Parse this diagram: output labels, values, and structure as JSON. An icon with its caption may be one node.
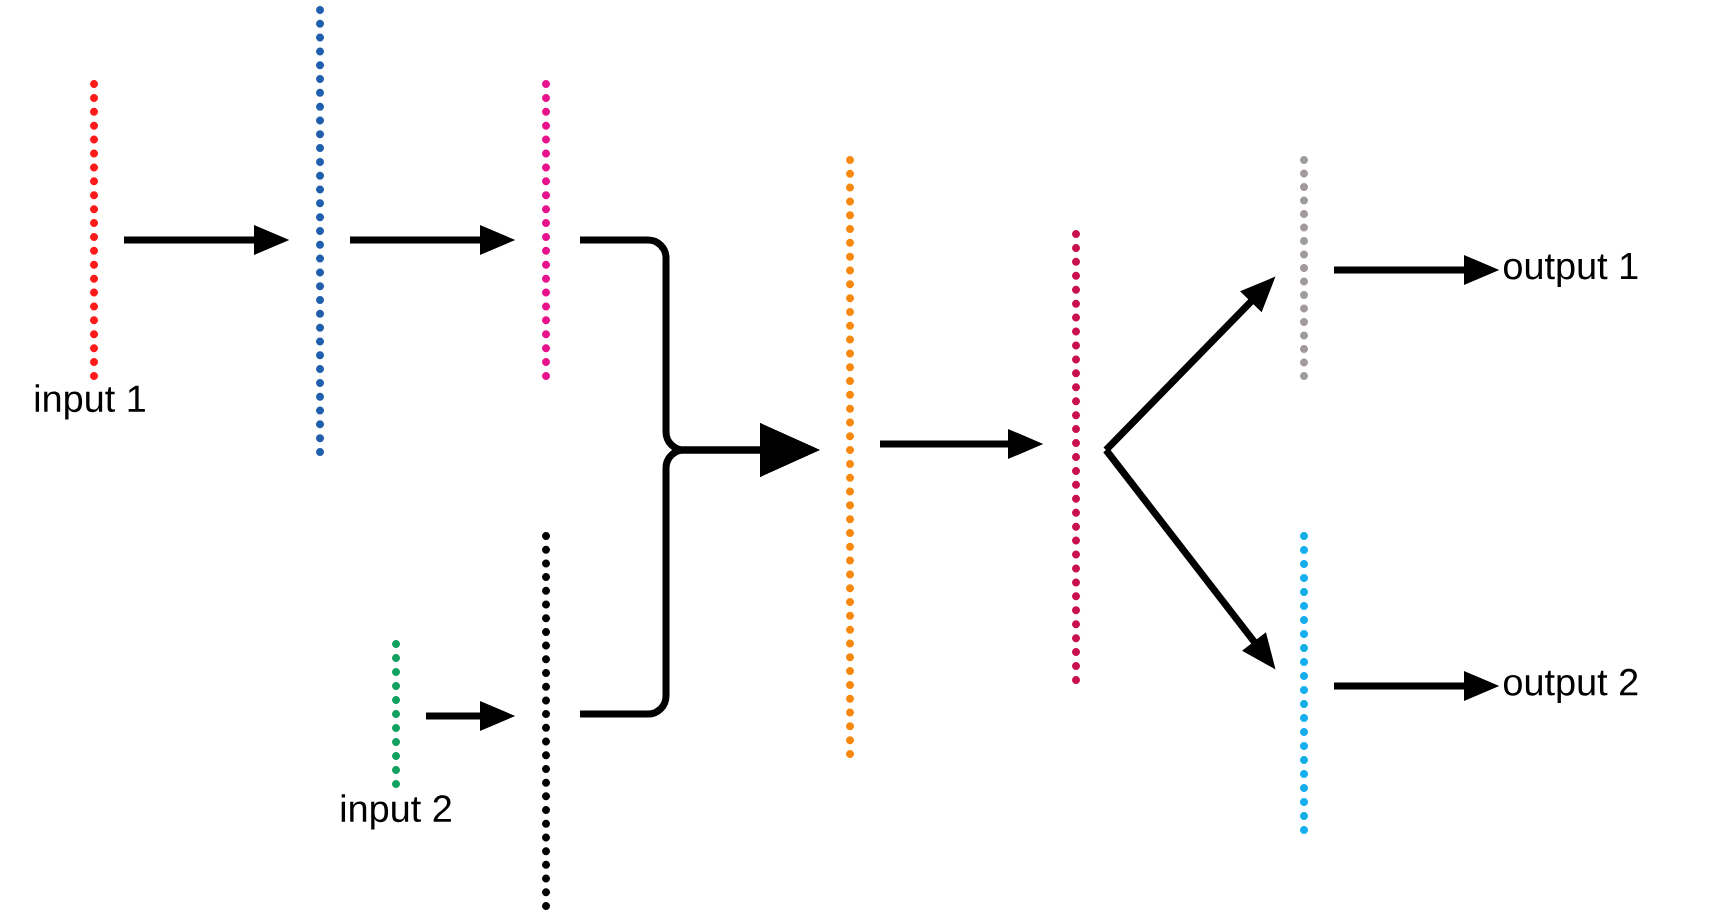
{
  "diagram": {
    "nodes": [
      {
        "text": [],
        "shape": "bar",
        "beside": [
          "input 1"
        ]
      },
      {
        "text": [],
        "shape": "bar"
      },
      {
        "text": [],
        "shape": "bar"
      },
      {
        "text": [],
        "shape": "bar",
        "beside": [
          "input 2"
        ]
      },
      {
        "text": [],
        "shape": "bar"
      },
      {
        "text": [],
        "shape": "bar"
      },
      {
        "text": [],
        "shape": "bar"
      },
      {
        "text": [],
        "shape": "bar"
      },
      {
        "text": [],
        "shape": "bar"
      },
      {
        "text": [
          "output 1"
        ]
      },
      {
        "text": [
          "output 2"
        ]
      }
    ],
    "edges": [
      {
        "from": 0,
        "to": 1,
        "arrow": "to"
      },
      {
        "from": 1,
        "to": 2,
        "arrow": "to"
      },
      {
        "from": 2,
        "to": 5,
        "arrow": "to"
      },
      {
        "from": 3,
        "to": 4,
        "arrow": "to"
      },
      {
        "from": 4,
        "to": 5,
        "arrow": "to"
      },
      {
        "from": 5,
        "to": 6,
        "arrow": "to"
      },
      {
        "from": 6,
        "to": 7,
        "arrow": "to"
      },
      {
        "from": 6,
        "to": 8,
        "arrow": "to"
      },
      {
        "from": 7,
        "to": 9,
        "arrow": "to"
      },
      {
        "from": 8,
        "to": 10,
        "arrow": "to"
      }
    ]
  }
}
